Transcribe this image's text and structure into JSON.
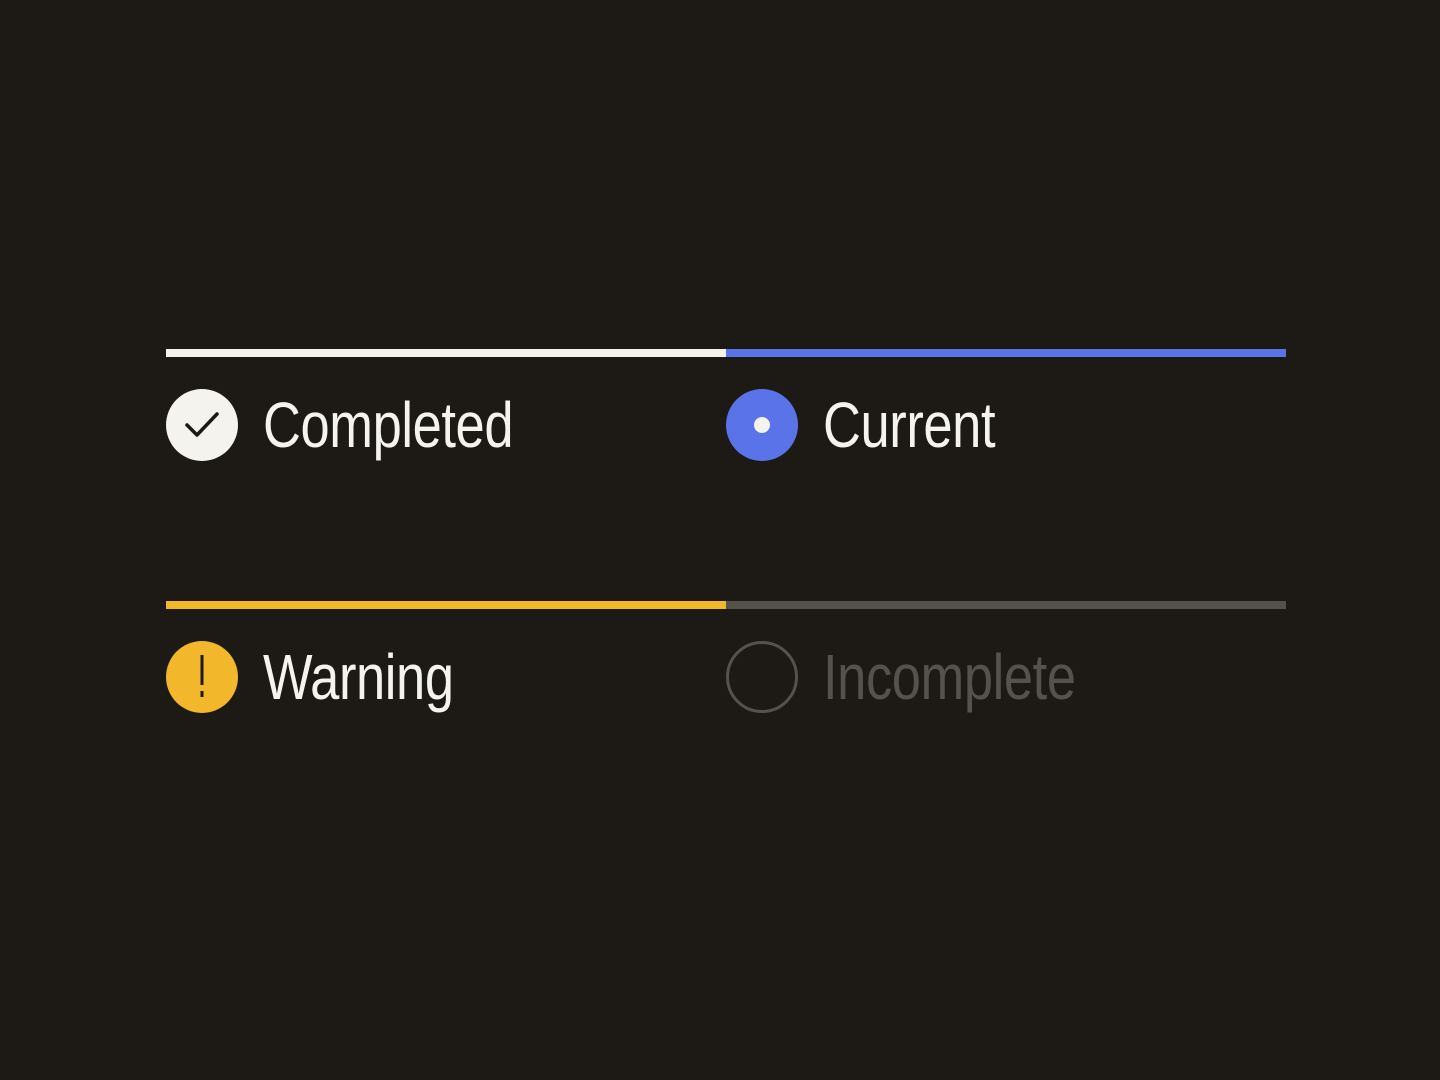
{
  "steps": [
    {
      "state": "completed",
      "label": "Completed",
      "icon": "check-icon",
      "color": "#f5f3ee"
    },
    {
      "state": "current",
      "label": "Current",
      "icon": "current-dot-icon",
      "color": "#5b73e8"
    },
    {
      "state": "warning",
      "label": "Warning",
      "icon": "exclamation-icon",
      "color": "#f2b72a"
    },
    {
      "state": "incomplete",
      "label": "Incomplete",
      "icon": "empty-circle-icon",
      "color": "#55524d"
    }
  ],
  "background": "#1d1a16"
}
